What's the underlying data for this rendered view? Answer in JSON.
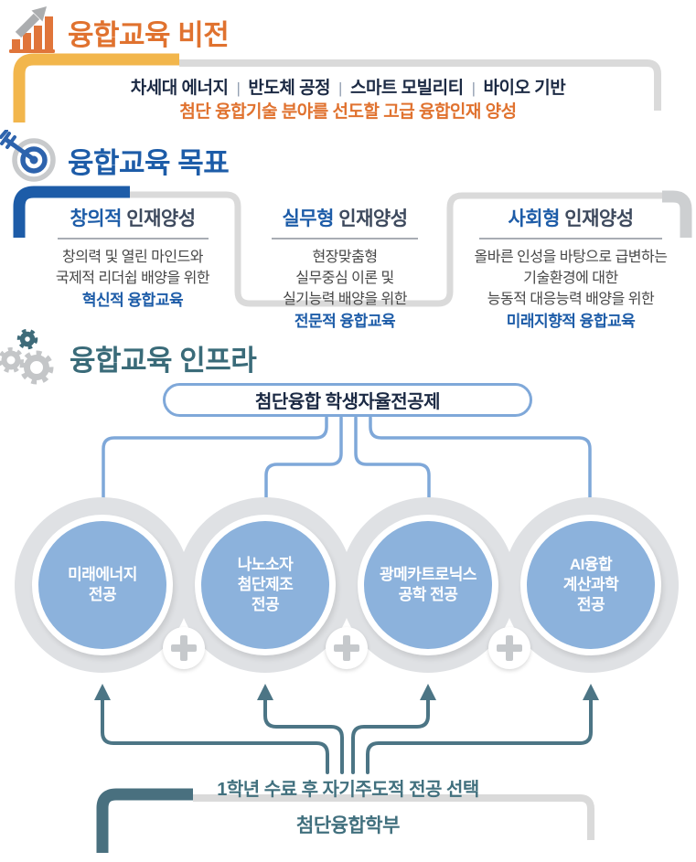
{
  "separator": "|",
  "vision": {
    "title": "융합교육 비전",
    "fields": [
      "차세대 에너지",
      "반도체 공정",
      "스마트 모빌리티",
      "바이오 기반"
    ],
    "subtitle": "첨단 융합기술 분야를 선도할 고급 융합인재 양성"
  },
  "goals": {
    "title": "융합교육 목표",
    "columns": [
      {
        "highlight": "창의적",
        "suffix": " 인재양성",
        "lines": [
          "창의력 및 열린 마인드와",
          "국제적 리더쉽 배양을 위한"
        ],
        "emphasis": "혁신적 융합교육"
      },
      {
        "highlight": "실무형",
        "suffix": " 인재양성",
        "lines": [
          "현장맞춤형",
          "실무중심 이론 및",
          "실기능력 배양을 위한"
        ],
        "emphasis": "전문적 융합교육"
      },
      {
        "highlight": "사회형",
        "suffix": " 인재양성",
        "lines": [
          "올바른 인성을 바탕으로 급변하는",
          "기술환경에 대한",
          "능동적 대응능력 배양을 위한"
        ],
        "emphasis": "미래지향적 융합교육"
      }
    ]
  },
  "infra": {
    "title": "융합교육 인프라",
    "program": "첨단융합 학생자율전공제",
    "majors": [
      {
        "lines": [
          "미래에너지",
          "전공"
        ]
      },
      {
        "lines": [
          "나노소자",
          "첨단제조",
          "전공"
        ]
      },
      {
        "lines": [
          "광메카트로닉스",
          "공학 전공"
        ]
      },
      {
        "lines": [
          "AI융합",
          "계산과학",
          "전공"
        ]
      }
    ],
    "selection_note": "1학년 수료 후 자기주도적 전공 선택",
    "department": "첨단융합학부"
  },
  "colors": {
    "orange": "#E0722F",
    "yellow": "#F2B64C",
    "blue": "#1D5CA8",
    "connector_blue": "#7FA8D9",
    "circle_blue": "#8CB2DC",
    "teal": "#41707E",
    "teal_dark": "#3A6B79",
    "gray_line": "#DADADA",
    "navy": "#1C2A44"
  }
}
